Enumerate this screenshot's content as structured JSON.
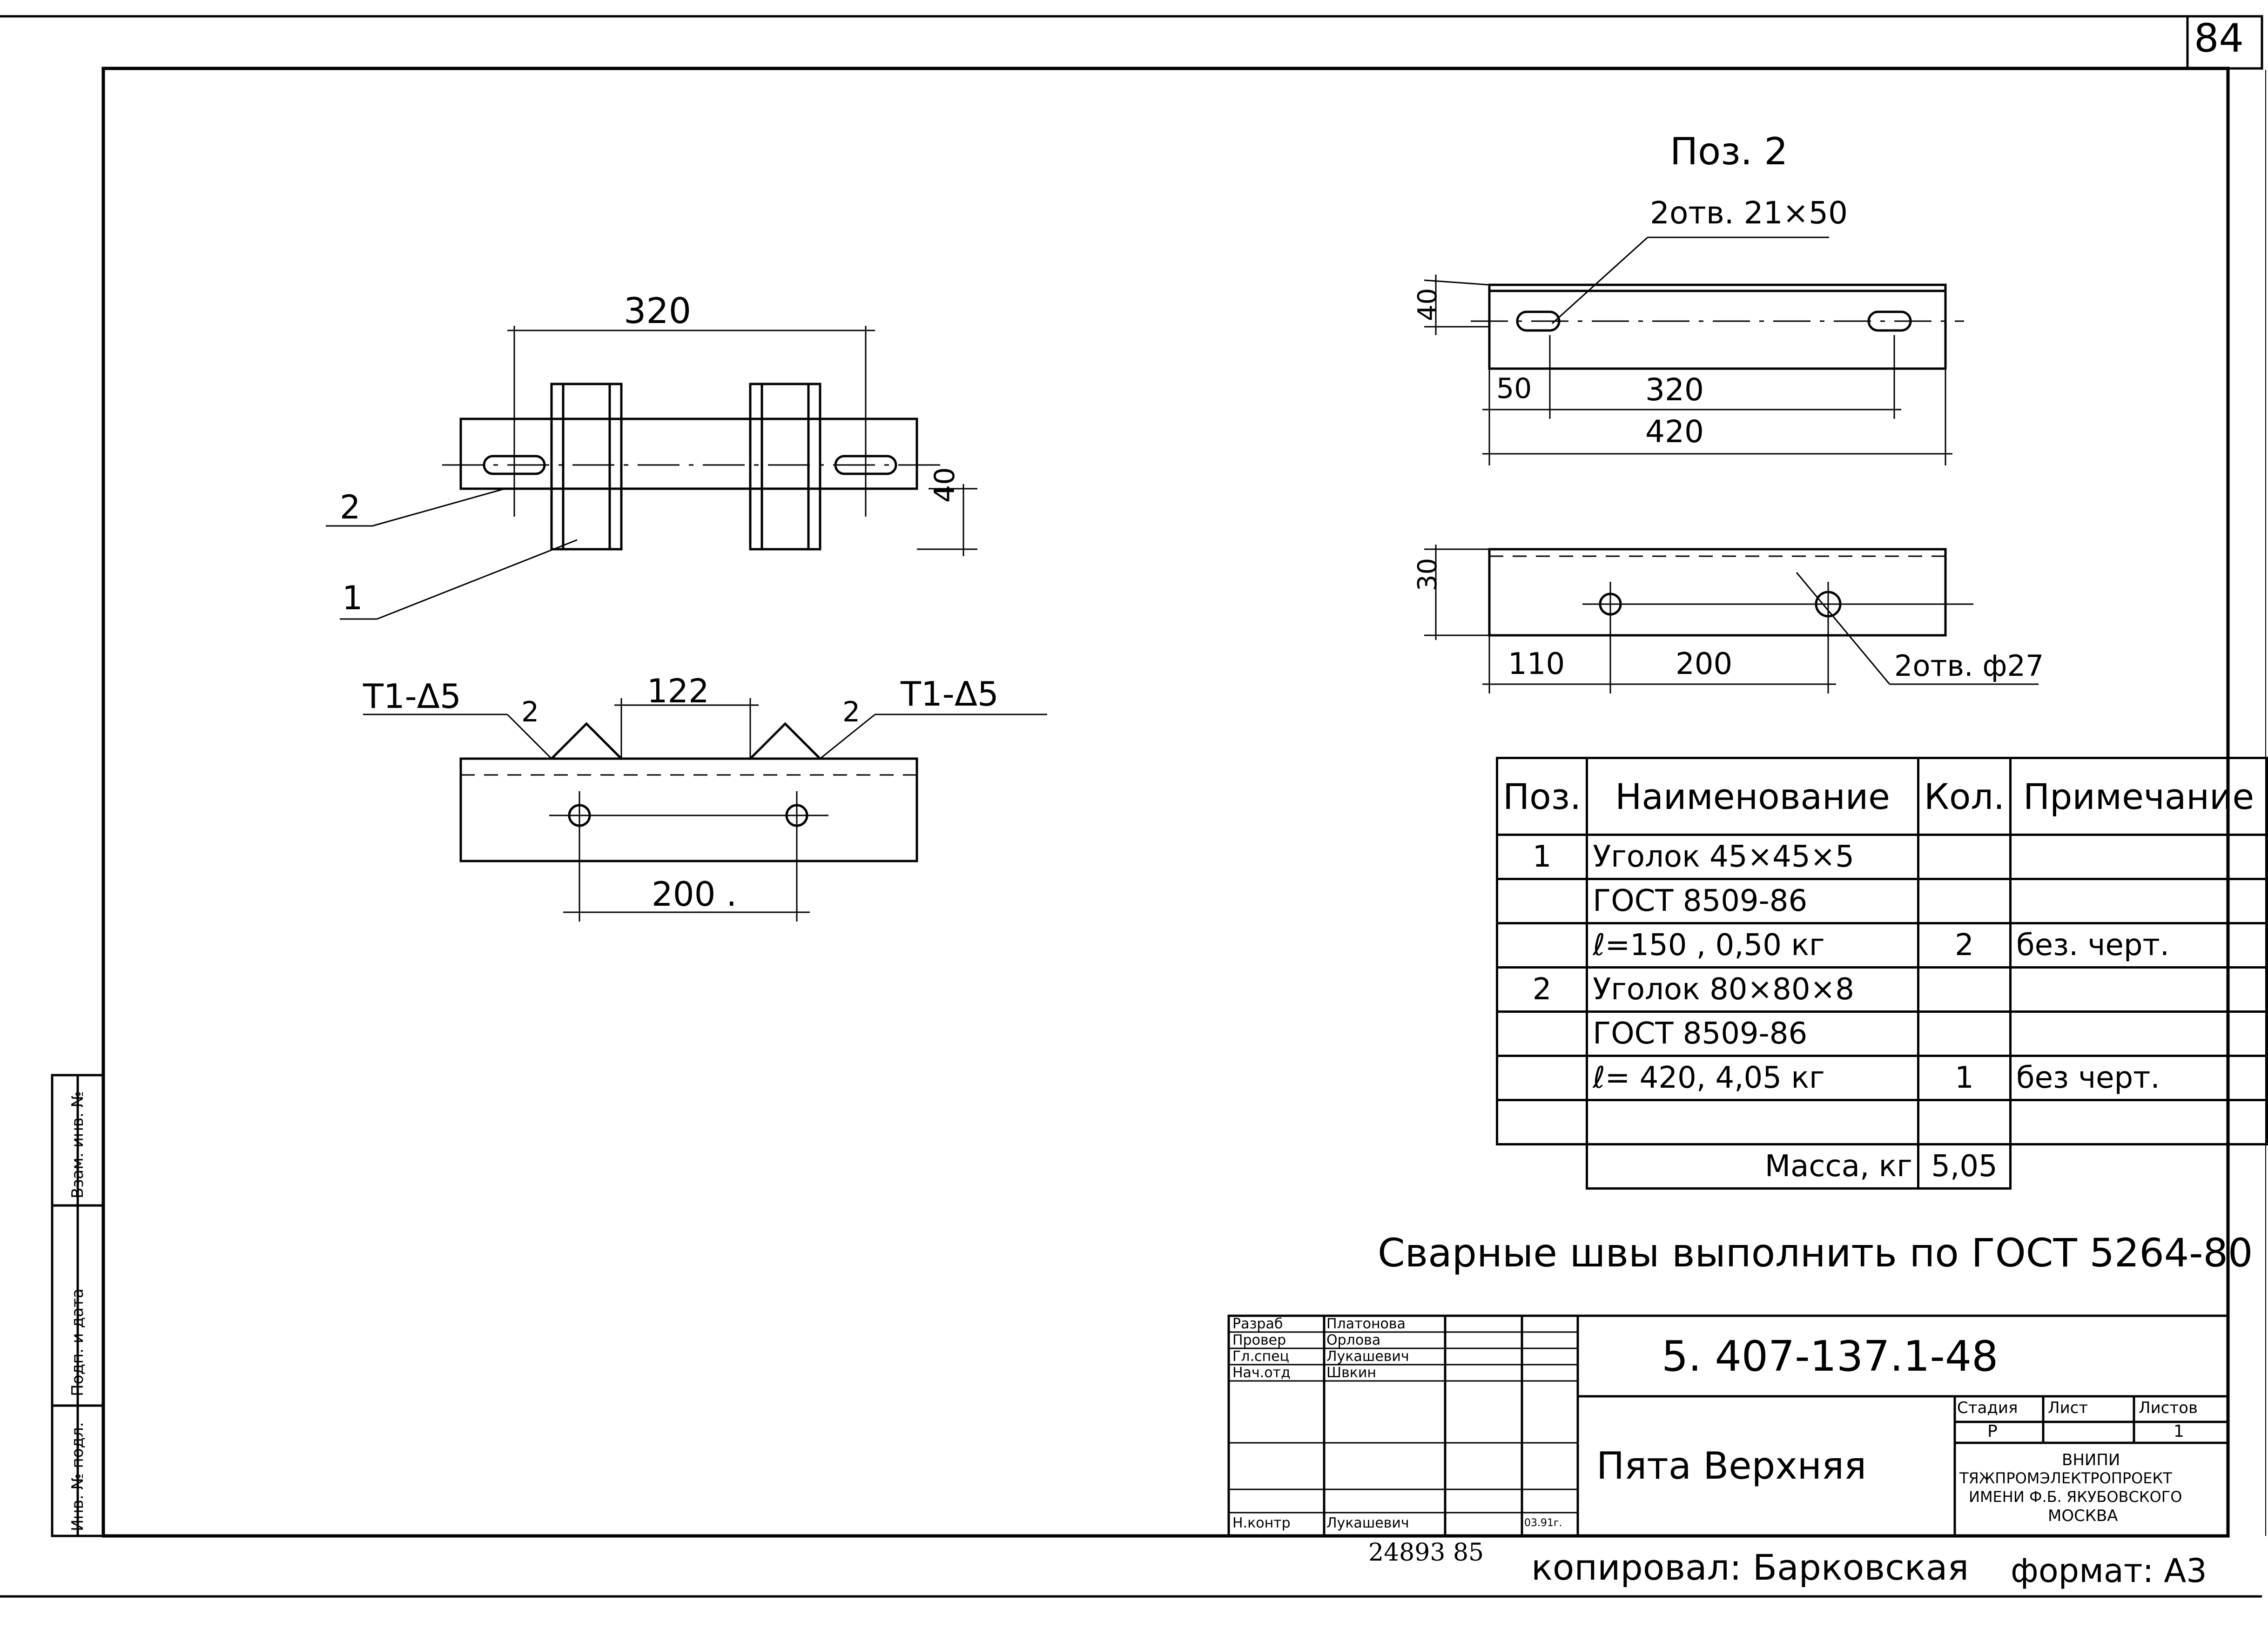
{
  "sheet_number": "84",
  "drawing": {
    "left_view": {
      "dim_top": "320",
      "dim_height": "40",
      "callout_2": "2",
      "callout_1": "1"
    },
    "bottom_view": {
      "weld_left": "Т1-Δ5",
      "weld_right": "Т1-Δ5",
      "dim_gap": "122",
      "callout_left": "2",
      "callout_right": "2",
      "dim_holes": "200 ."
    },
    "pos2_top": {
      "title": "Поз. 2",
      "holes_note": "2отв. 21×50",
      "dim_height": "40",
      "dim_edge": "50",
      "dim_holes": "320",
      "dim_length": "420"
    },
    "pos2_bottom": {
      "dim_height": "30",
      "dim_edge": "110",
      "dim_holes": "200",
      "holes_note": "2отв. ф27"
    }
  },
  "spec_table": {
    "headers": {
      "pos": "Поз.",
      "name": "Наименование",
      "qty": "Кол.",
      "note": "Примечание"
    },
    "rows": [
      {
        "pos": "1",
        "name": "Уголок 45×45×5",
        "qty": "",
        "note": ""
      },
      {
        "pos": "",
        "name": "ГОСТ 8509-86",
        "qty": "",
        "note": ""
      },
      {
        "pos": "",
        "name": "ℓ=150 ,    0,50 кг",
        "qty": "2",
        "note": "без. черт."
      },
      {
        "pos": "2",
        "name": "Уголок 80×80×8",
        "qty": "",
        "note": ""
      },
      {
        "pos": "",
        "name": "ГОСТ 8509-86",
        "qty": "",
        "note": ""
      },
      {
        "pos": "",
        "name": "ℓ= 420,      4,05 кг",
        "qty": "1",
        "note": "без черт."
      },
      {
        "pos": "",
        "name": "",
        "qty": "",
        "note": ""
      }
    ],
    "mass_label": "Масса, кг",
    "mass_value": "5,05"
  },
  "weld_note": "Сварные швы выполнить по ГОСТ 5264-80",
  "title_block": {
    "designation": "5. 407-137.1-48",
    "title": "Пята Верхняя",
    "roles": [
      {
        "role": "Разраб",
        "name": "Платонова",
        "date": ""
      },
      {
        "role": "Провер",
        "name": "Орлова",
        "date": ""
      },
      {
        "role": "Гл.спец",
        "name": "Лукашевич",
        "date": ""
      },
      {
        "role": "Нач.отд",
        "name": "Швкин",
        "date": ""
      },
      {
        "role": "",
        "name": "",
        "date": ""
      },
      {
        "role": "",
        "name": "",
        "date": ""
      },
      {
        "role": "Н.контр",
        "name": "Лукашевич",
        "date": "03.91г."
      }
    ],
    "stage_header": "Стадия",
    "sheet_header": "Лист",
    "sheets_header": "Листов",
    "stage": "Р",
    "sheets": "1",
    "org_line1": "ВНИПИ",
    "org_line2": "ТЯЖПРОМЭЛЕКТРОПРОЕКТ",
    "org_line3": "ИМЕНИ Ф.Б. ЯКУБОВСКОГО",
    "org_line4": "МОСКВА"
  },
  "footer": {
    "archive": "24893  85",
    "copied": "копировал: Барковская",
    "format": "формат: А3"
  },
  "side_stamp": {
    "inv_orig": "Инв. № подл.",
    "sign_date": "Подп. и дата",
    "inv_replace": "Взам. инв. №"
  }
}
